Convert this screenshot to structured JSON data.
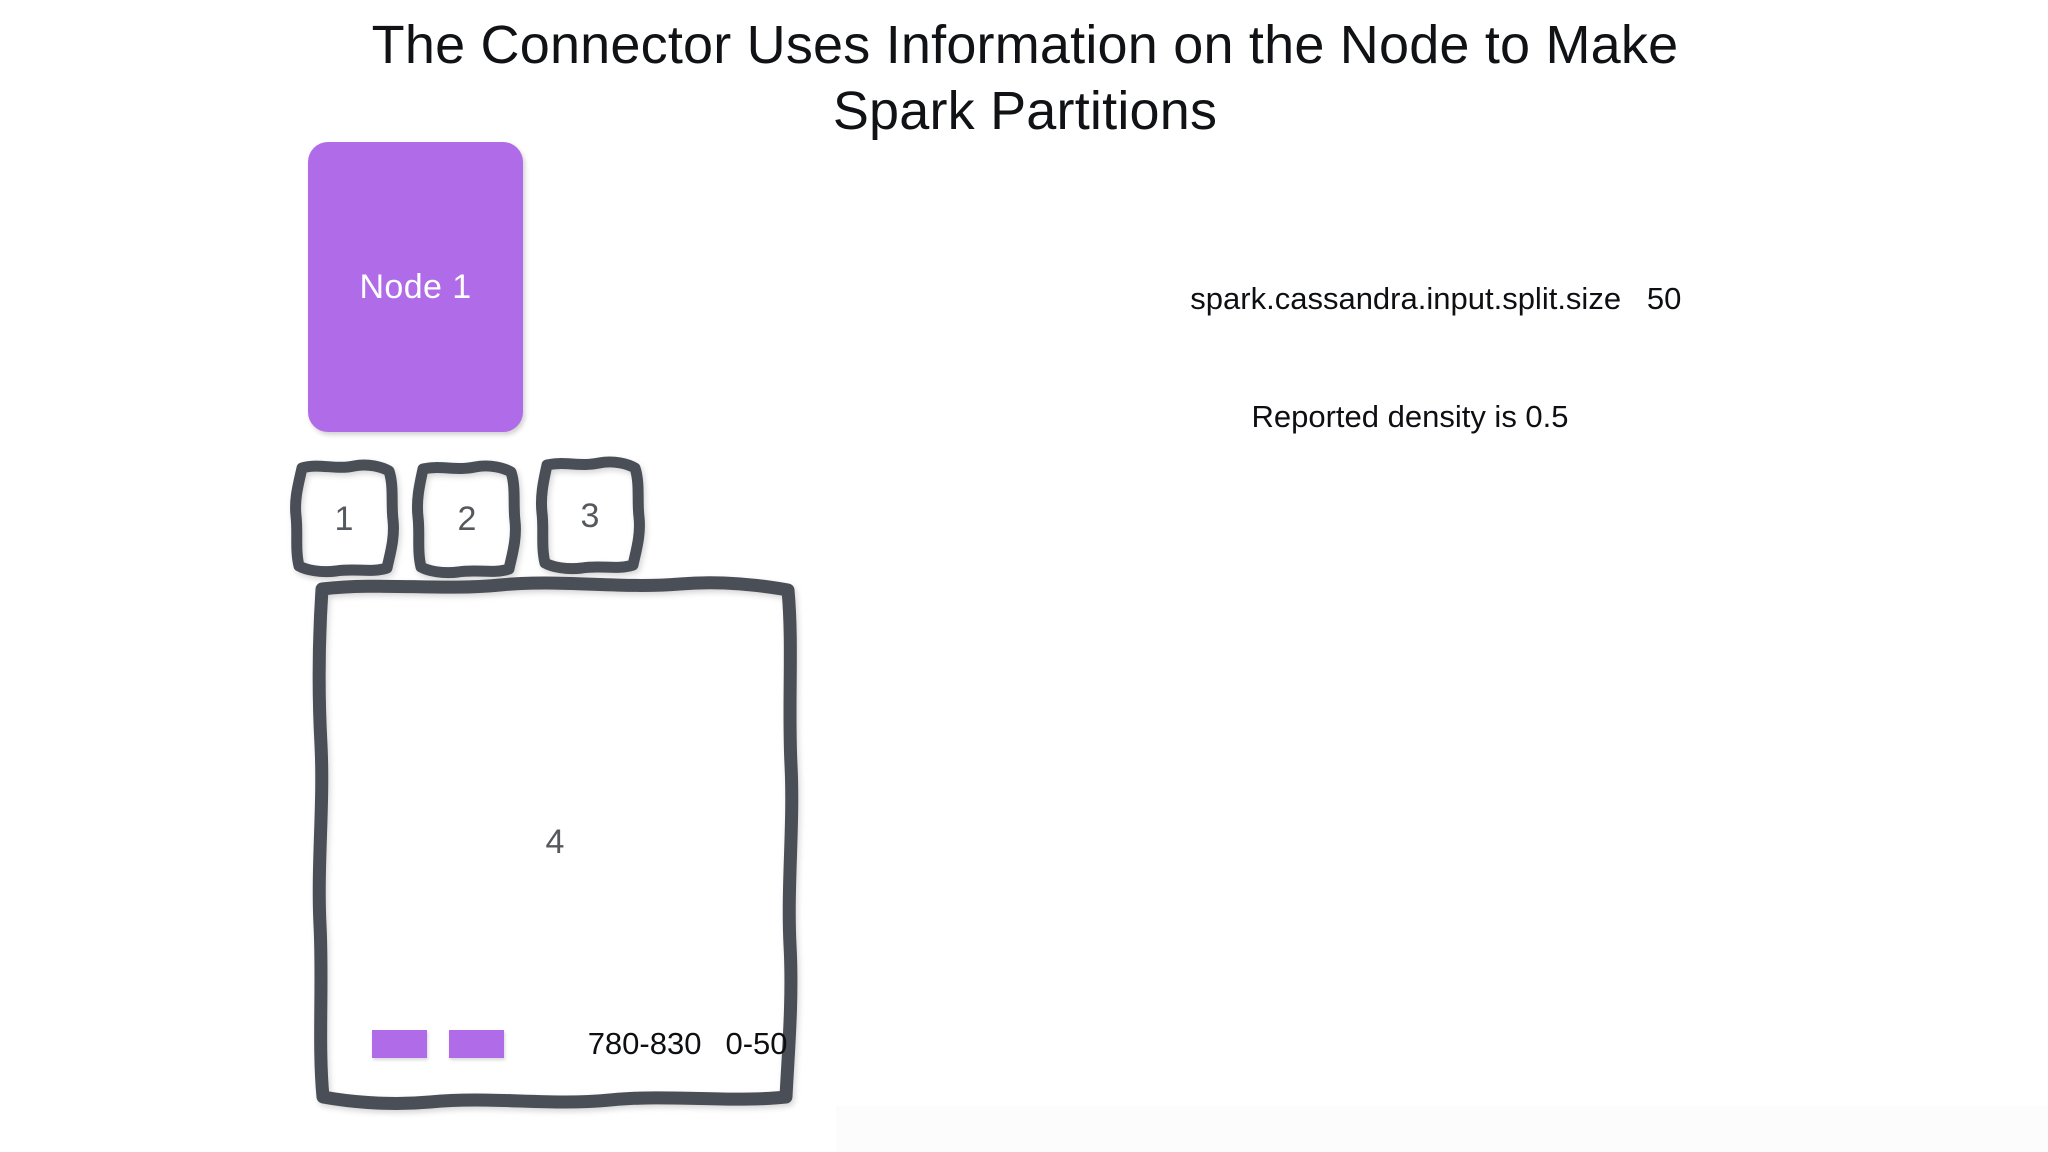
{
  "slide": {
    "title": "The Connector Uses Information on the Node to Make Spark Partitions",
    "title_line1": "The Connector Uses Information on the Node to Make",
    "title_line2": "Spark Partitions",
    "background_color": "#ffffff"
  },
  "node": {
    "label": "Node 1",
    "fill_color": "#b06ce8",
    "text_color": "#ffffff"
  },
  "config": {
    "setting_key": "spark.cassandra.input.split.size",
    "setting_value": "50",
    "density_line": "Reported density is 0.5"
  },
  "partitions": {
    "small": [
      {
        "label": "1"
      },
      {
        "label": "2"
      },
      {
        "label": "3"
      }
    ],
    "large": {
      "label": "4"
    },
    "border_color": "#4a4f57",
    "fill_color": "#ffffff"
  },
  "legend": {
    "swatch_color": "#b06ce8",
    "range_first": "780-830",
    "range_second": "0-50"
  }
}
